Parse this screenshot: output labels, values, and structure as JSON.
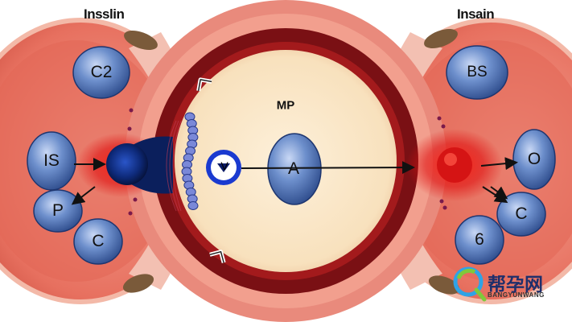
{
  "labels": {
    "title_left": "Insslin",
    "title_right": "Insain",
    "center": "MP",
    "left_cells": [
      "C2",
      "IS",
      "P",
      "C"
    ],
    "right_cells": [
      "BS",
      "O",
      "C",
      "6"
    ],
    "receptor": "V",
    "nucleus": "A"
  },
  "watermark": {
    "chinese": "帮孕网",
    "latin": "BANGYUNWANG"
  },
  "colors": {
    "outer_ring": "#e87a6c",
    "dark_band": "#7a1014",
    "cytoplasm": "#fbe6c8",
    "cell_blue": "#5d7fc0",
    "receptor_blue": "#1a3ad0",
    "glow_red": "#e01010"
  }
}
